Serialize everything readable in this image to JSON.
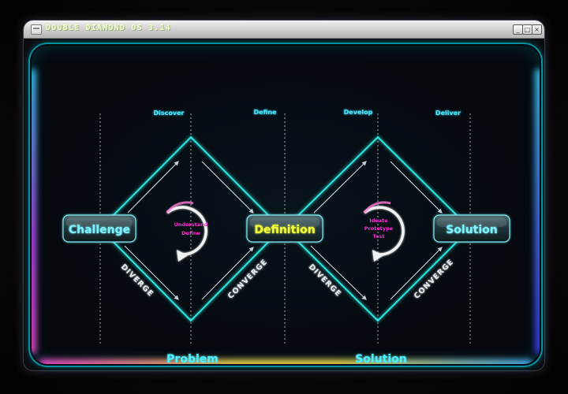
{
  "window": {
    "title": "DOUBLE DIAMOND OS 3.14",
    "min_glyph": "_",
    "max_glyph": "□",
    "close_glyph": "×"
  },
  "phases": [
    "Discover",
    "Define",
    "Develop",
    "Deliver"
  ],
  "nodes": {
    "challenge": "Challenge",
    "definition": "Definition",
    "solution": "Solution"
  },
  "cycles": {
    "left": [
      "Understand",
      "Define"
    ],
    "right": [
      "Ideate",
      "Prototype",
      "Test"
    ]
  },
  "arrow_labels": {
    "left_diverge": "DIVERGE",
    "left_converge": "CONVERGE",
    "right_diverge": "DIVERGE",
    "right_converge": "CONVERGE"
  },
  "spaces": {
    "problem": "Problem",
    "solution": "Solution"
  },
  "colors": {
    "cyan": "#29e6e0",
    "phase_label": "#49e6ff",
    "magenta": "#ff2bd6",
    "yellow": "#f3ff3a",
    "node_text": "#7ff3ff",
    "space_label": "#4df0ff"
  }
}
